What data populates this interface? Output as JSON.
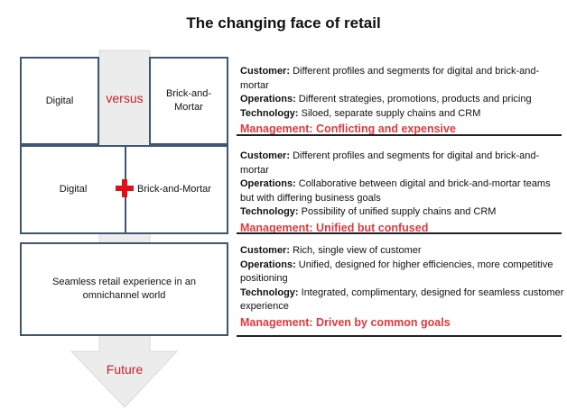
{
  "title": "The changing face of retail",
  "arrow_label": "Future",
  "rows": [
    {
      "left": "Digital",
      "connector": "versus",
      "right": "Brick-and-Mortar",
      "customer_label": "Customer:",
      "customer": " Different profiles and segments for digital and brick-and-mortar",
      "operations_label": "Operations:",
      "operations": " Different strategies, promotions, products and pricing",
      "technology_label": "Technology:",
      "technology": " Siloed, separate supply chains and CRM",
      "management": "Management: Conflicting and expensive"
    },
    {
      "left": "Digital",
      "connector": "plus",
      "right": "Brick-and-Mortar",
      "customer_label": "Customer:",
      "customer": " Different profiles and segments for digital and brick-and-mortar",
      "operations_label": "Operations:",
      "operations": " Collaborative between digital and brick-and-mortar teams but with differing business goals",
      "technology_label": "Technology:",
      "technology": " Possibility of unified supply chains and CRM",
      "management": "Management: Unified but confused"
    },
    {
      "single": "Seamless retail experience in an omnichannel world",
      "customer_label": "Customer:",
      "customer": " Rich, single view of customer",
      "operations_label": "Operations:",
      "operations": " Unified, designed for higher efficiencies, more competitive positioning",
      "technology_label": "Technology:",
      "technology": " Integrated, complimentary, designed for seamless customer experience",
      "management": "Management: Driven by common goals"
    }
  ],
  "colors": {
    "accent": "#e0393e",
    "border": "#3f5670",
    "arrow": "#ececec"
  }
}
